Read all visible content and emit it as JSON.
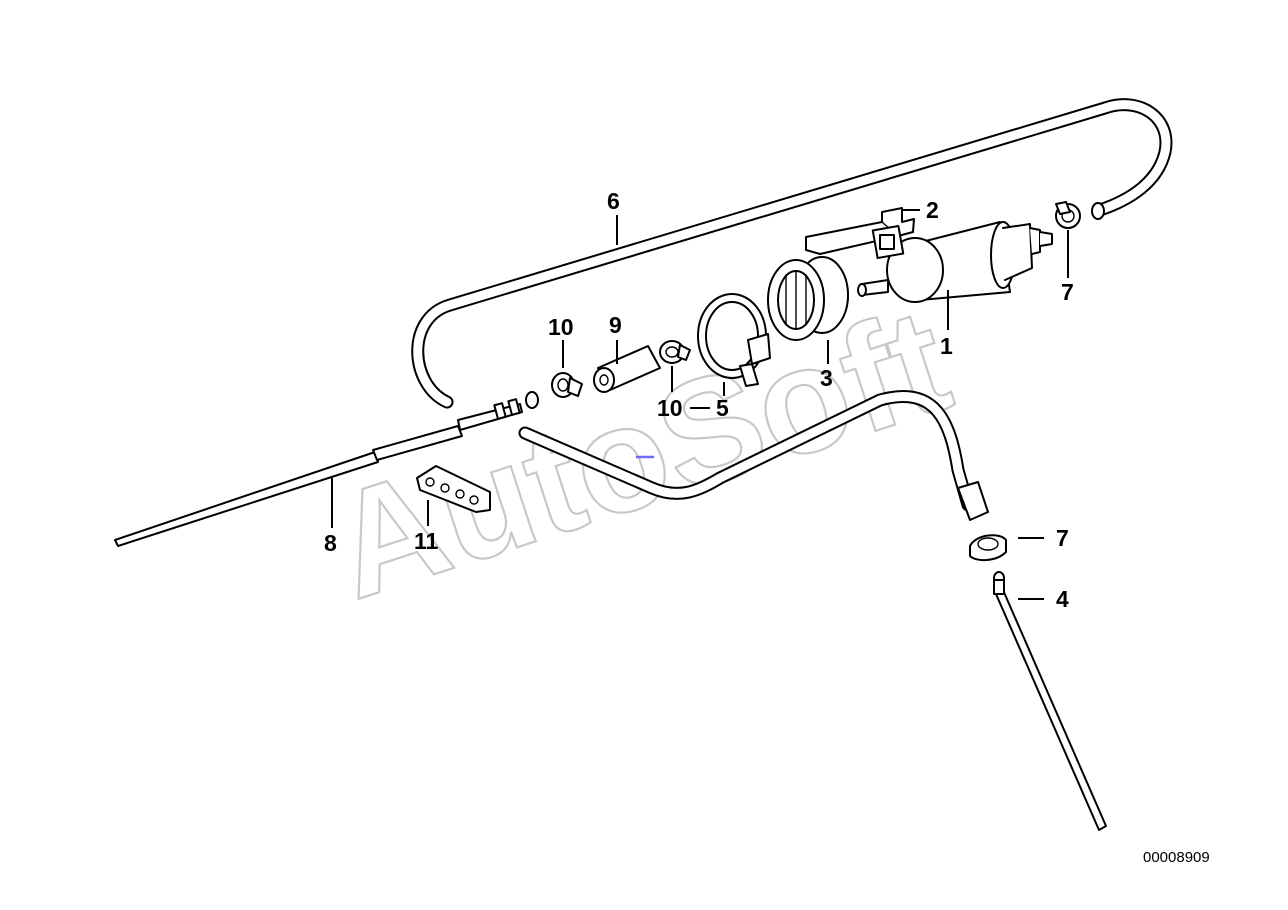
{
  "watermark": "AutoSoft",
  "drawing_number": "00008909",
  "callouts": [
    {
      "id": "c6",
      "label": "6"
    },
    {
      "id": "c2",
      "label": "2"
    },
    {
      "id": "c7a",
      "label": "7"
    },
    {
      "id": "c1",
      "label": "1"
    },
    {
      "id": "c3",
      "label": "3"
    },
    {
      "id": "c10a",
      "label": "10"
    },
    {
      "id": "c9",
      "label": "9"
    },
    {
      "id": "c10b",
      "label": "10"
    },
    {
      "id": "c5",
      "label": "5"
    },
    {
      "id": "c8",
      "label": "8"
    },
    {
      "id": "c11",
      "label": "11"
    },
    {
      "id": "c7b",
      "label": "7"
    },
    {
      "id": "c4",
      "label": "4"
    }
  ],
  "colors": {
    "line": "#000000",
    "watermark": "#c8c8c8",
    "accent": "#6b6bff"
  }
}
